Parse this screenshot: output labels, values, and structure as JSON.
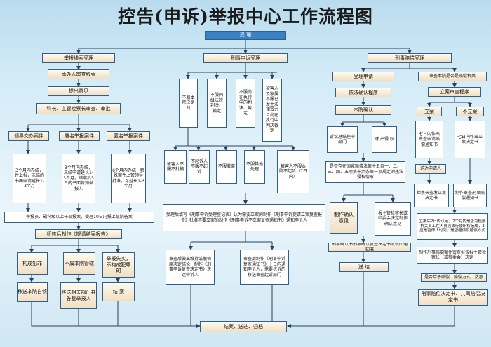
{
  "title": "控告(申诉)举报中心工作流程图",
  "nodes": {
    "shouli": "受  理",
    "jubao_xiansuo": "举报线索受理",
    "xingshi_shensu": "刑事申诉受理",
    "xingshi_peichang": "刑事赔偿受理",
    "chengban_shencha": "承办人审查线索",
    "tichu_yijian": "提出意见",
    "kezhang_shenpi": "科长、主管检察长审查、审批",
    "lingdao_jiaoban": "领导交办案件",
    "shuming": "署名举报案件",
    "niming": "匿名举报案件",
    "l_det": "3个月内办结，并上报，未结的书面申请延长1-3个月",
    "s_det": "3个月内办结，未结申请延长1-3个月，结案后3日内书面告知举报人",
    "n_det": "6个月内办结，特殊案件上管领导批准，可延长1-3个月",
    "xs_a": "不服本院决定的",
    "xs_b": "不服同级法院判决、裁定",
    "xs_c": "不服尚在执行中的判决、裁定",
    "xs_d": "被害人及家属不服已发生法律效力且尚在执行中判决裁定",
    "bei_pz": "被害人不服不批捕",
    "bei_qs": "不起诉人不服不起诉",
    "bu_cx": "不服撤案",
    "bu_qt": "不服其他处理",
    "bei_7": "被害人不服本院不起诉（7日内）",
    "shouli_tian": "受理后填写《刑事申诉受理登记表》认为需要立案的制作《刑事申诉提请立案复查报告》批准不要立案的制作《刑事申诉不立案复查通知书》通知申诉人",
    "jubaoyuan": "举报员、副科级以上干部报案，受理10日内报上级院备案",
    "chuhou": "初核后制作《提请结案报告》",
    "goucheng": "构成犯罪",
    "bushu": "不属本院管辖",
    "jubao_shishi": "举报失实，不构成犯罪的",
    "yisong_zishen": "移送本院自侦",
    "yisong_xiangguan": "移送相关部门并答复举报人",
    "jiean_a": "结  案",
    "shencha_hou": "审查后做出维持或撤销原决定结论，制作《刑事申诉复查决定书》送达申诉人",
    "shencha_zhizuo": "审查后制作《刑事申诉复查通知书》十日内通知申诉人，需要抗诉的移送审查起诉部门",
    "shensu_shenqing": "受理申请",
    "yifa_queren": "依法确认程序",
    "benyuan_queren": "本院确认",
    "susong": "诉讼总结控申部门",
    "caichan": "财  产侵  权",
    "shifou_cunzai": "是否存在国家赔偿法第十五条一、二、三、四、五项第十六条第一项规定的违法侵权情形",
    "zhizuo_queren": "制作确认意见",
    "bao_zhuguan": "报主管检察长或检委会决定制作确认意见",
    "xingpei_tongzhi": "刑事确认书刑事确认复查决定书或驳回通知书",
    "songda_r": "送  达",
    "shencha_benyuan": "审查本院是否是赔偿机关",
    "lian_shencha": "立案审查程序",
    "lian": "立案",
    "bulian": "不立案",
    "qiri_a": "七日内作出审查申请赔偿通知书",
    "qiri_b": "七日内作出立案决定书",
    "songda_sq": "送达申请人",
    "jianchazhang": "检察长签发立案决定书",
    "zhizuo_tongzhi": "制作审查刑事赔偿通知书",
    "lianhou": "立案后2日内认定，2个月内是否为检察机关员工在人员违法行使职权造成，3应是否停止时间，是否赔偿及赔偿方式",
    "zhizuo_peichang": "制作刑事赔偿案件审查报告报主管检察长（或检委会）决定",
    "shifou_peichang": "是否给予赔偿、赔偿方式、数额",
    "xingshi_jueding": "刑事赔偿决定书、共同赔偿决定书",
    "jiean_final": "结案、送达、归档"
  },
  "colors": {
    "line": "#2e3f5f",
    "box_border": "#2f5f8a",
    "blue": "#3a82c4"
  }
}
